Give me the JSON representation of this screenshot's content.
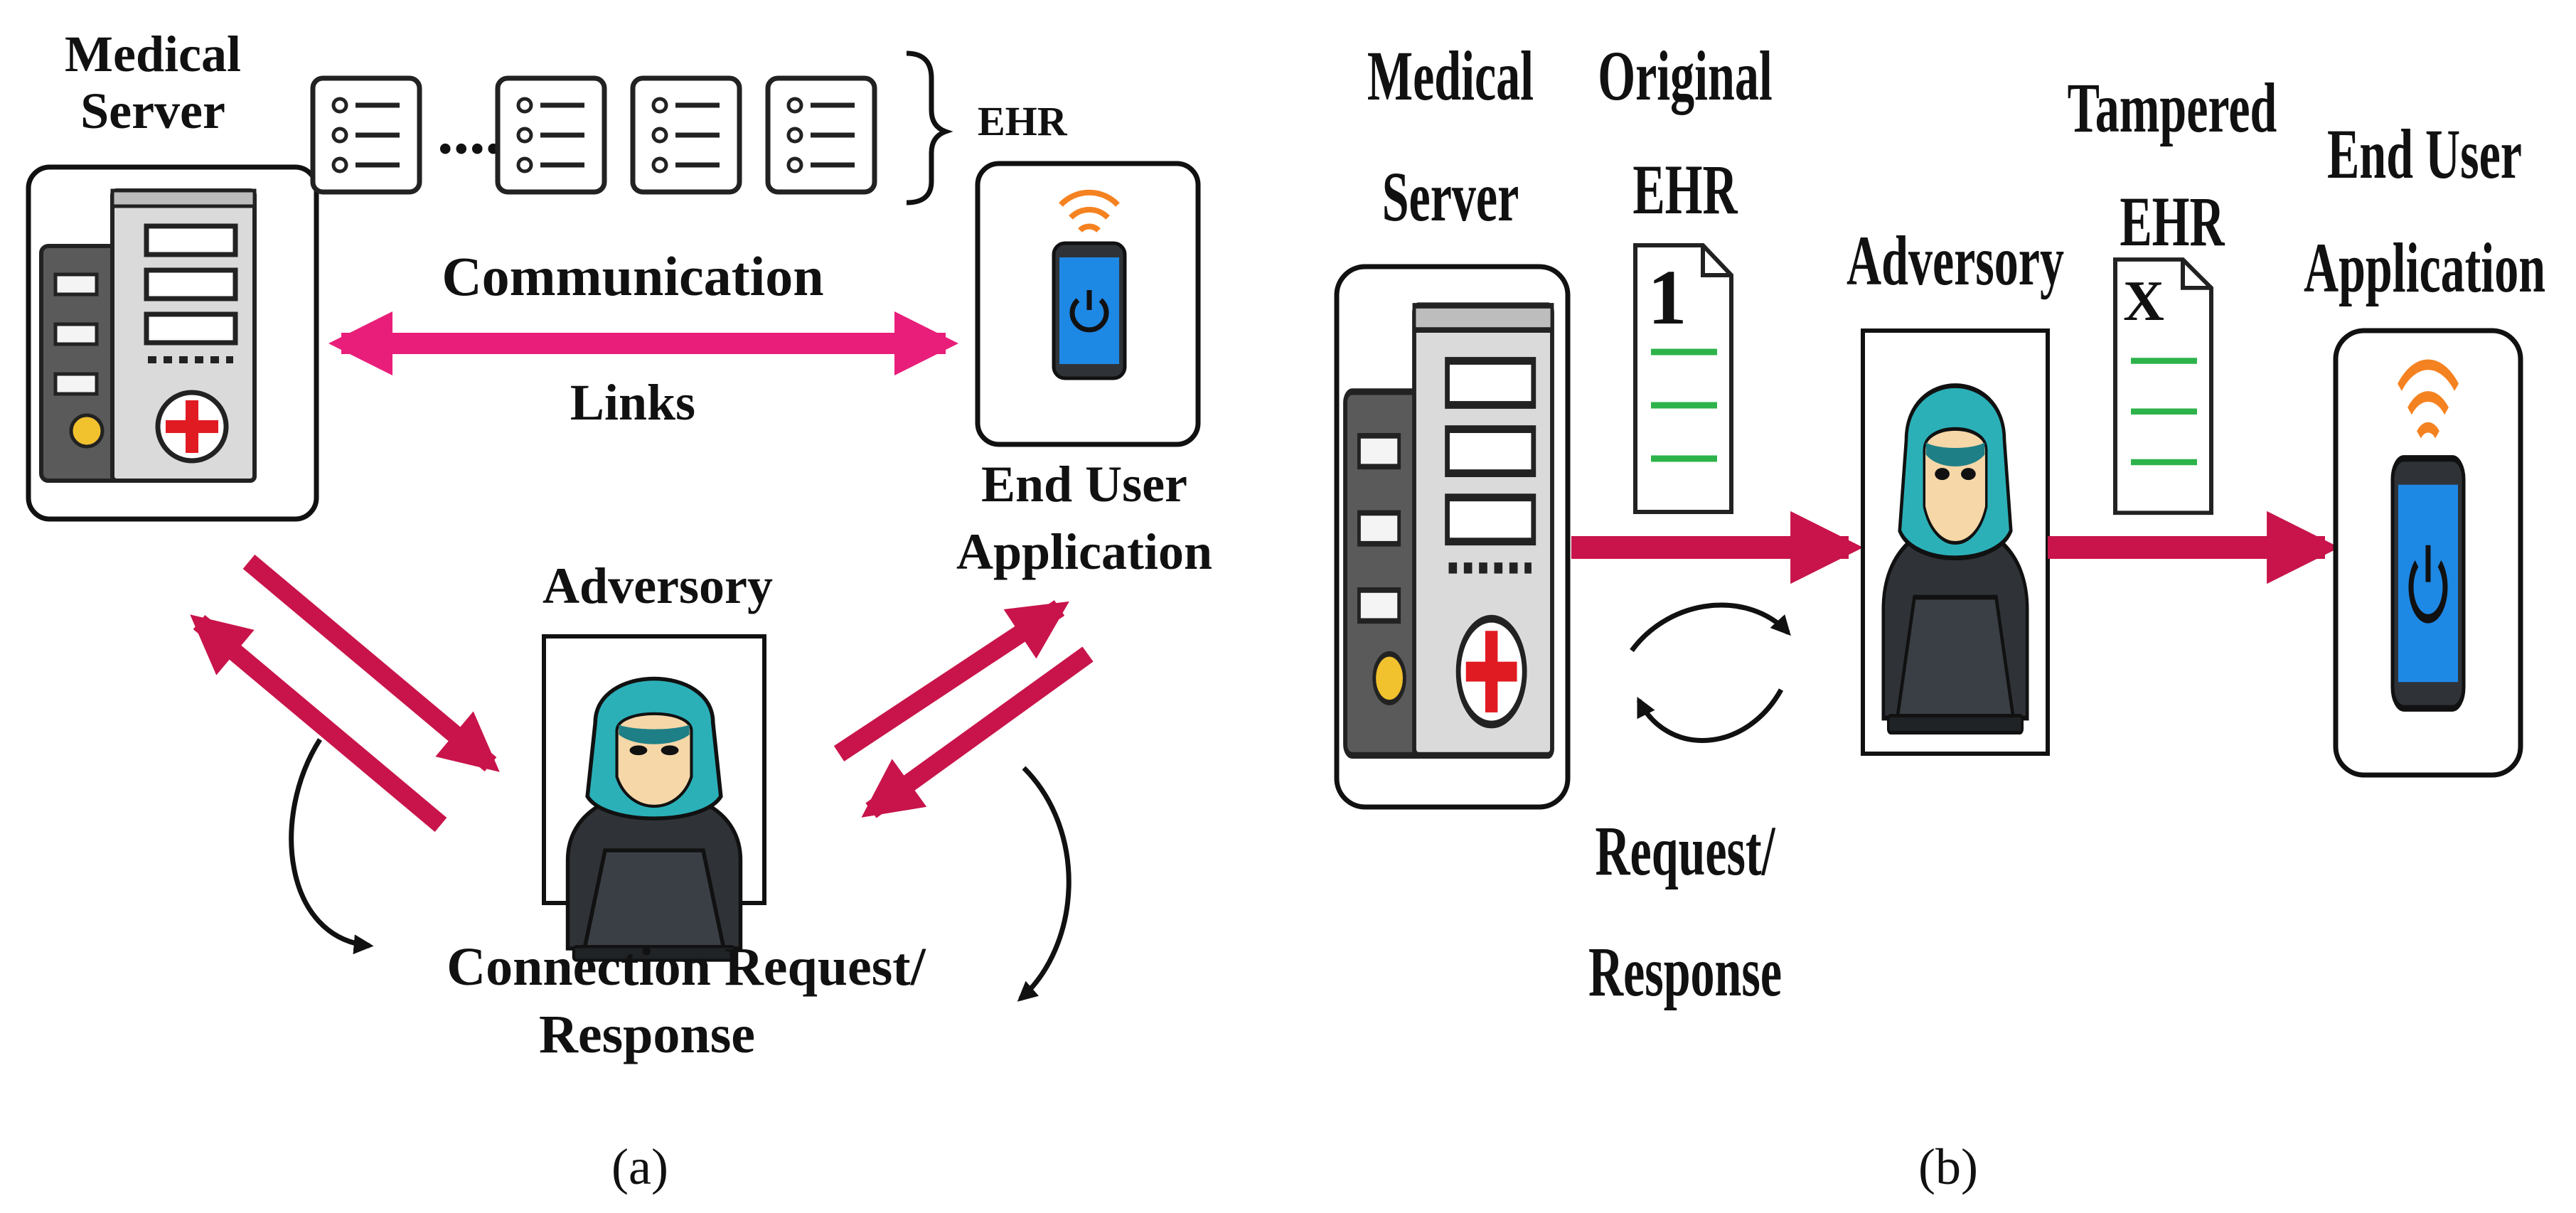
{
  "colors": {
    "link_pink": "#E91E7A",
    "attack_crimson": "#C8144A",
    "phone_screen": "#1E88E5",
    "hood": "#2BB0B8",
    "face": "#F6D7A8",
    "laptop": "#2F3338",
    "server_gray": "#8C8C8C",
    "server_light": "#D9D9D9",
    "medical_red": "#E11B22",
    "ehr_line_green": "#2DB34A",
    "wifi_orange": "#F58220"
  },
  "panel_a": {
    "server_label_line1": "Medical",
    "server_label_line2": "Server",
    "ehr_label": "EHR",
    "ellipsis": "....",
    "comm_label": "Communication",
    "links_label": "Links",
    "end_user_line1": "End User",
    "end_user_line2": "Application",
    "adversary_label": "Adversory",
    "conn_line1": "Connection Request/",
    "conn_line2": "Response",
    "caption": "(a)",
    "icons": [
      "server-icon",
      "document-list-icon",
      "smartphone-icon",
      "hacker-icon",
      "wifi-icon",
      "power-icon",
      "medical-cross-icon"
    ]
  },
  "panel_b": {
    "server_label_line1": "Medical",
    "server_label_line2": "Server",
    "original_line1": "Original",
    "original_line2": "EHR",
    "original_doc_mark": "1",
    "adversary_label": "Adversory",
    "tampered_line1": "Tampered",
    "tampered_line2": "EHR",
    "tampered_doc_mark": "X",
    "end_user_line1": "End User",
    "end_user_line2": "Application",
    "reqresp_line1": "Request/",
    "reqresp_line2": "Response",
    "caption": "(b)"
  }
}
